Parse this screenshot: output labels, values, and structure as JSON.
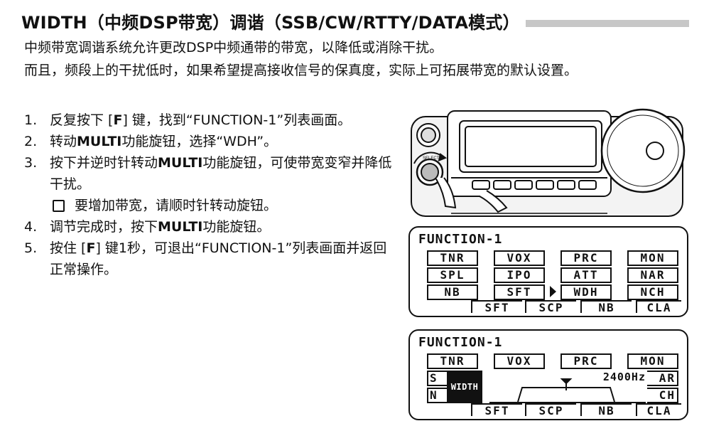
{
  "title": "WIDTH（中频DSP带宽）调谐（SSB/CW/RTTY/DATA模式）",
  "intro1": "中频带宽调谐系统允许更改DSP中频通带的带宽，以降低或消除干扰。",
  "intro2": "而且，频段上的干扰低时，如果希望提高接收信号的保真度，实际上可拓展带宽的默认设置。",
  "steps": [
    {
      "num": "1.",
      "parts": [
        "反复按下 [",
        "F",
        "] 键，找到“FUNCTION-1”列表画面。"
      ]
    },
    {
      "num": "2.",
      "parts": [
        "转动",
        "MULTI",
        "功能旋钮，选择“WDH”。"
      ]
    },
    {
      "num": "3.",
      "parts": [
        "按下并逆时针转动",
        "MULTI",
        "功能旋钮，可使带宽变窄并降低干扰。"
      ]
    },
    {
      "num": "4.",
      "parts": [
        "调节完成时，按下",
        "MULTI",
        "功能旋钮。"
      ]
    },
    {
      "num": "5.",
      "parts": [
        "按住 [",
        "F",
        "] 键1秒，可退出“FUNCTION-1”列表画面并返回正常操作。"
      ]
    }
  ],
  "note": "要增加带宽，请顺时针转动旋钮。",
  "lcd1": {
    "title": "FUNCTION-1",
    "row1": [
      "TNR",
      "VOX",
      "PRC",
      "MON"
    ],
    "row2": [
      "SPL",
      "IPO",
      "ATT",
      "NAR"
    ],
    "row3": [
      "NB",
      "SFT",
      "WDH",
      "NCH"
    ],
    "bottom": [
      "SFT",
      "SCP",
      "NB",
      "CLA"
    ]
  },
  "lcd2": {
    "title": "FUNCTION-1",
    "row1": [
      "TNR",
      "VOX",
      "PRC",
      "MON"
    ],
    "left_s": "S",
    "left_n": "N",
    "right_ar": "AR",
    "right_ch": "CH",
    "width_label": "WIDTH",
    "freq": "2400Hz",
    "bottom": [
      "SFT",
      "SCP",
      "NB",
      "CLA"
    ]
  },
  "radio": {
    "label": "SELECT"
  }
}
